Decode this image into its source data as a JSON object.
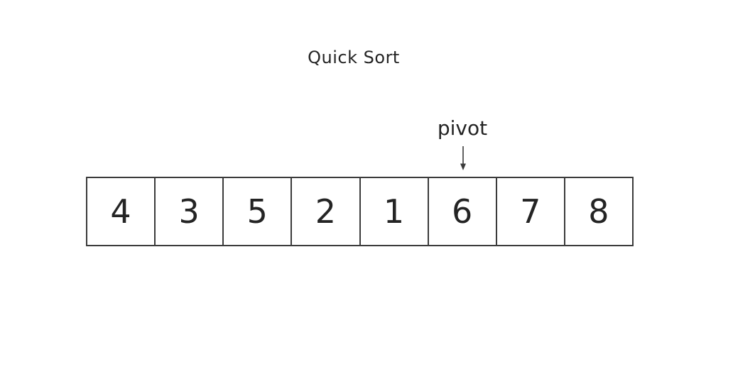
{
  "title": "Quick Sort",
  "pivot": {
    "label": "pivot",
    "target_index": 5,
    "target_value": "6"
  },
  "array": {
    "cells": [
      "4",
      "3",
      "5",
      "2",
      "1",
      "6",
      "7",
      "8"
    ]
  },
  "colors": {
    "background": "#ffffff",
    "text": "#242424",
    "border": "#3b3b3b"
  }
}
